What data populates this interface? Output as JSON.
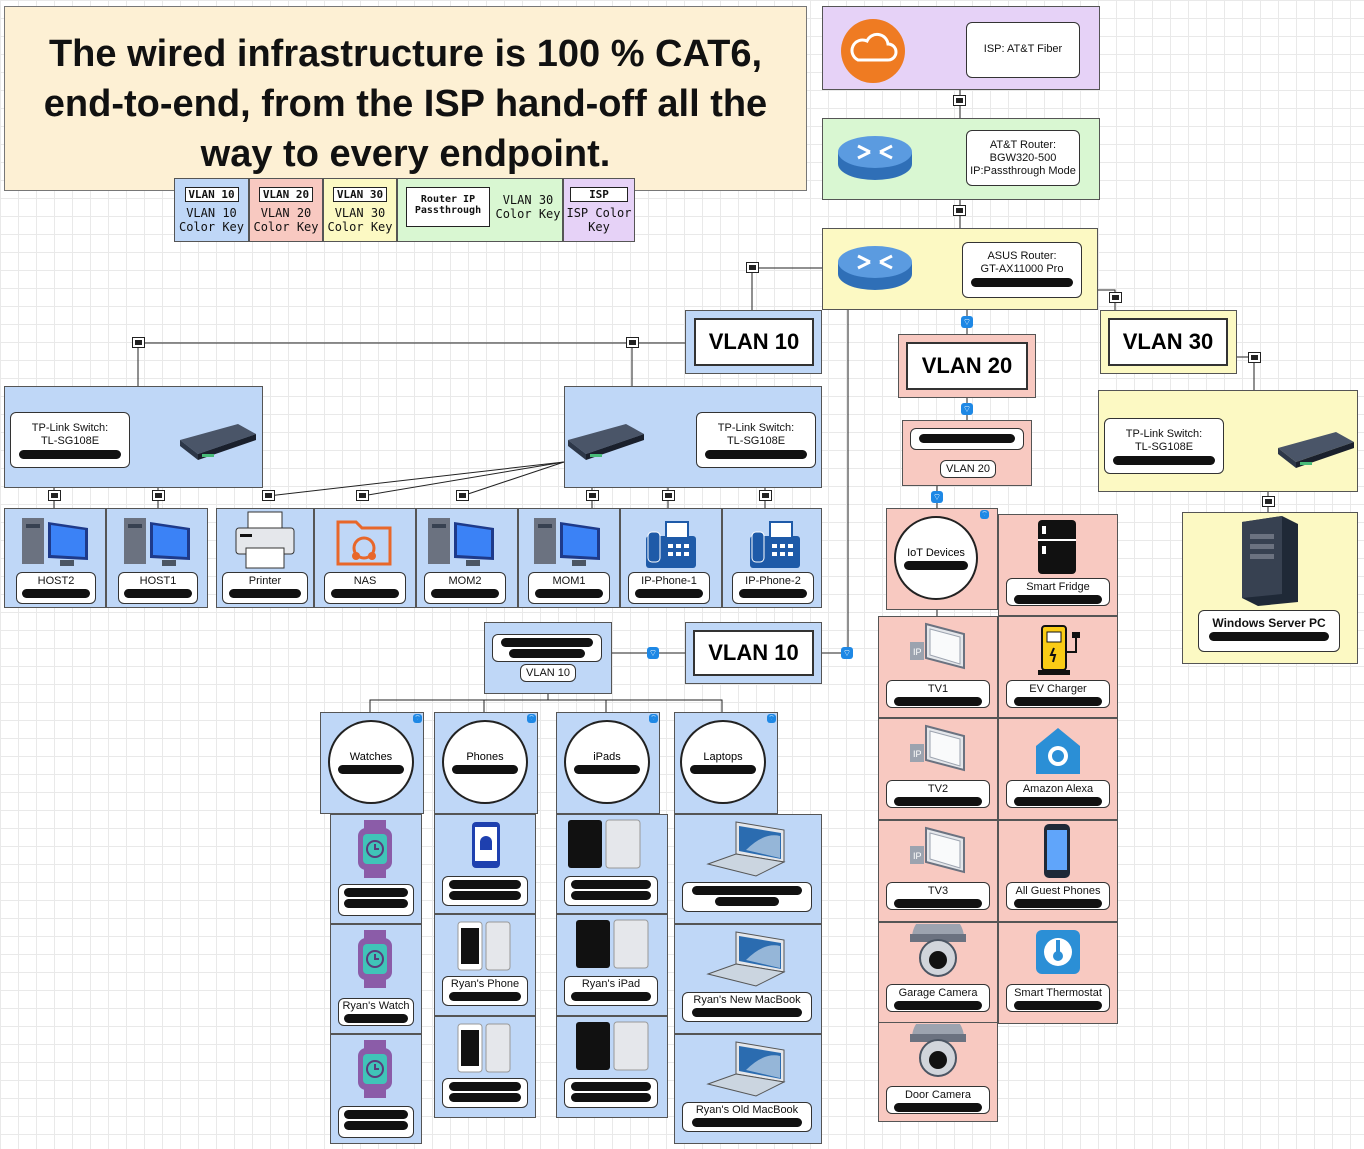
{
  "title_note": "The wired infrastructure is 100 % CAT6, end-to-end, from the ISP hand-off all the way to every endpoint.",
  "color_key": [
    {
      "tag": "VLAN 10",
      "text": "VLAN 10 Color Key"
    },
    {
      "tag": "VLAN 20",
      "text": "VLAN 20 Color Key"
    },
    {
      "tag": "VLAN 30",
      "text": "VLAN 30 Color Key"
    },
    {
      "tag": "Router IP Passthrough",
      "text": "VLAN 30 Color Key"
    },
    {
      "tag": "ISP",
      "text": "ISP Color Key"
    }
  ],
  "isp": {
    "label": "ISP: AT&T Fiber"
  },
  "att_router": {
    "line1": "AT&T Router:",
    "line2": "BGW320-500",
    "line3": "IP:Passthrough Mode"
  },
  "asus_router": {
    "line1": "ASUS Router:",
    "line2": "GT-AX11000 Pro"
  },
  "vlan_tags": {
    "v10_top": "VLAN 10",
    "v20": "VLAN 20",
    "v30": "VLAN 30",
    "v10_wifi": "VLAN 10"
  },
  "switches": {
    "left": {
      "line1": "TP-Link Switch:",
      "line2": "TL-SG108E"
    },
    "mid": {
      "line1": "TP-Link Switch:",
      "line2": "TL-SG108E"
    },
    "right": {
      "line1": "TP-Link Switch:",
      "line2": "TL-SG108E"
    }
  },
  "wired_devices": [
    "HOST2",
    "HOST1",
    "Printer",
    "NAS",
    "MOM2",
    "MOM1",
    "IP-Phone-1",
    "IP-Phone-2"
  ],
  "vlan20_ap": {
    "sub": "VLAN 20"
  },
  "vlan10_ap": {
    "sub": "VLAN 10"
  },
  "iot": {
    "hub": "IoT Devices",
    "items": [
      "Smart Fridge",
      "TV1",
      "EV Charger",
      "TV2",
      "Amazon Alexa",
      "TV3",
      "All Guest Phones",
      "Garage Camera",
      "Smart Thermostat",
      "Door Camera"
    ]
  },
  "groups": [
    "Watches",
    "Phones",
    "iPads",
    "Laptops"
  ],
  "wireless_devices": {
    "watches": [
      "",
      "Ryan's Watch",
      ""
    ],
    "phones": [
      "",
      "Ryan's Phone",
      ""
    ],
    "ipads": [
      "",
      "Ryan's iPad",
      ""
    ],
    "laptops": [
      "",
      "Ryan's New MacBook",
      "Ryan's Old MacBook"
    ]
  },
  "server": {
    "label": "Windows Server PC"
  },
  "colors": {
    "vlan10": "#bfd7f7",
    "vlan20": "#f8c9c1",
    "vlan30": "#fcf9c3",
    "router": "#d9f7d2",
    "isp": "#e6d2f7",
    "note": "#fdf0d4"
  }
}
